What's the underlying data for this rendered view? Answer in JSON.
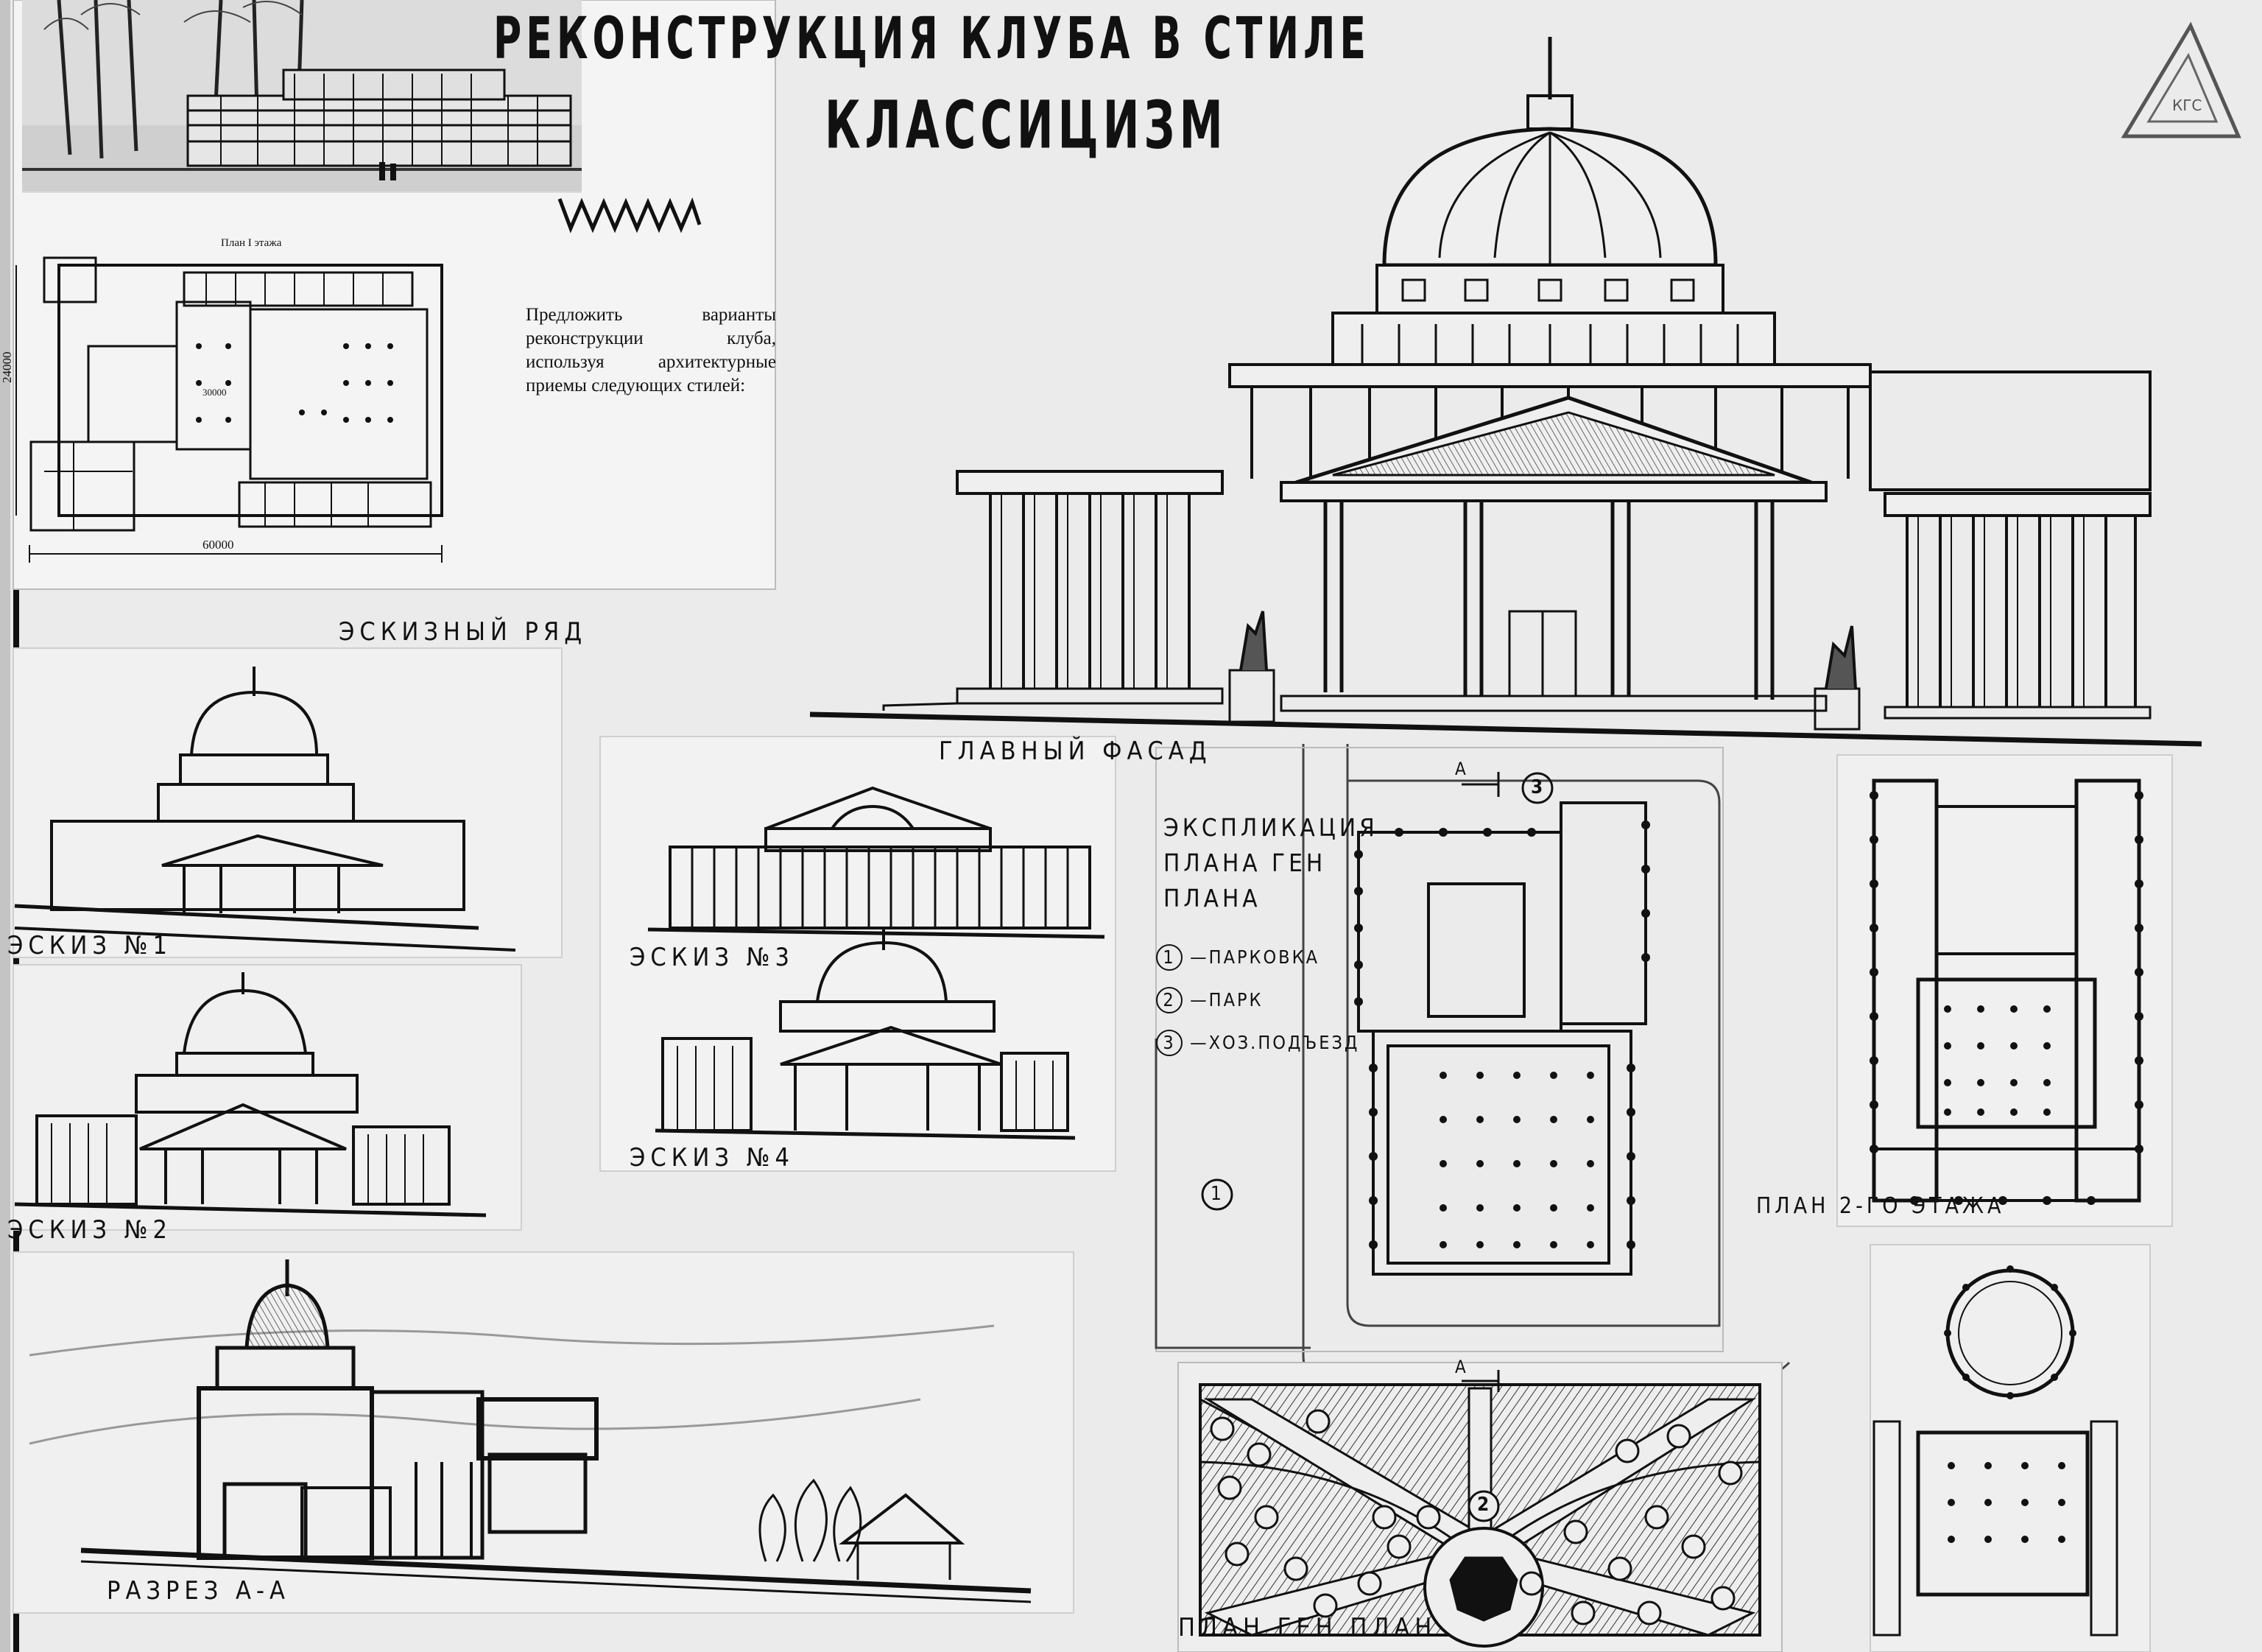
{
  "title": {
    "line1": "РЕКОНСТРУКЦИЯ КЛУБА В СТИЛЕ",
    "line2": "КЛАССИЦИЗМ"
  },
  "task_text": "Предложить варианты реконструкции клуба, используя архитектурные приемы следующих стилей:",
  "photo_plan_label": "План I этажа",
  "dimensions": {
    "width": "60000",
    "height": "24000",
    "area": "30000"
  },
  "sketch_row_label": "ЭСКИЗНЫЙ РЯД",
  "sketches": {
    "s1": "ЭСКИЗ №1",
    "s2": "ЭСКИЗ №2",
    "s3": "ЭСКИЗ №3",
    "s4": "ЭСКИЗ №4"
  },
  "main_facade_label": "ГЛАВНЫЙ ФАСАД",
  "explication": {
    "title_lines": [
      "ЭКСПЛИКАЦИЯ",
      "ПЛАНА ГЕН",
      "ПЛАНА"
    ],
    "items": [
      {
        "num": "1",
        "label": "—ПАРКОВКА"
      },
      {
        "num": "2",
        "label": "—ПАРК"
      },
      {
        "num": "3",
        "label": "—ХОЗ.ПОДЪЕЗД"
      }
    ]
  },
  "section_mark": "А",
  "site_markers": [
    "1",
    "2",
    "3"
  ],
  "plan2_label": "ПЛАН 2-ГО ЭТАЖА",
  "section_label": "РАЗРЕЗ А-А",
  "genplan_label": "ПЛАН ГЕН ПЛАН",
  "stamp_text": "КГС"
}
